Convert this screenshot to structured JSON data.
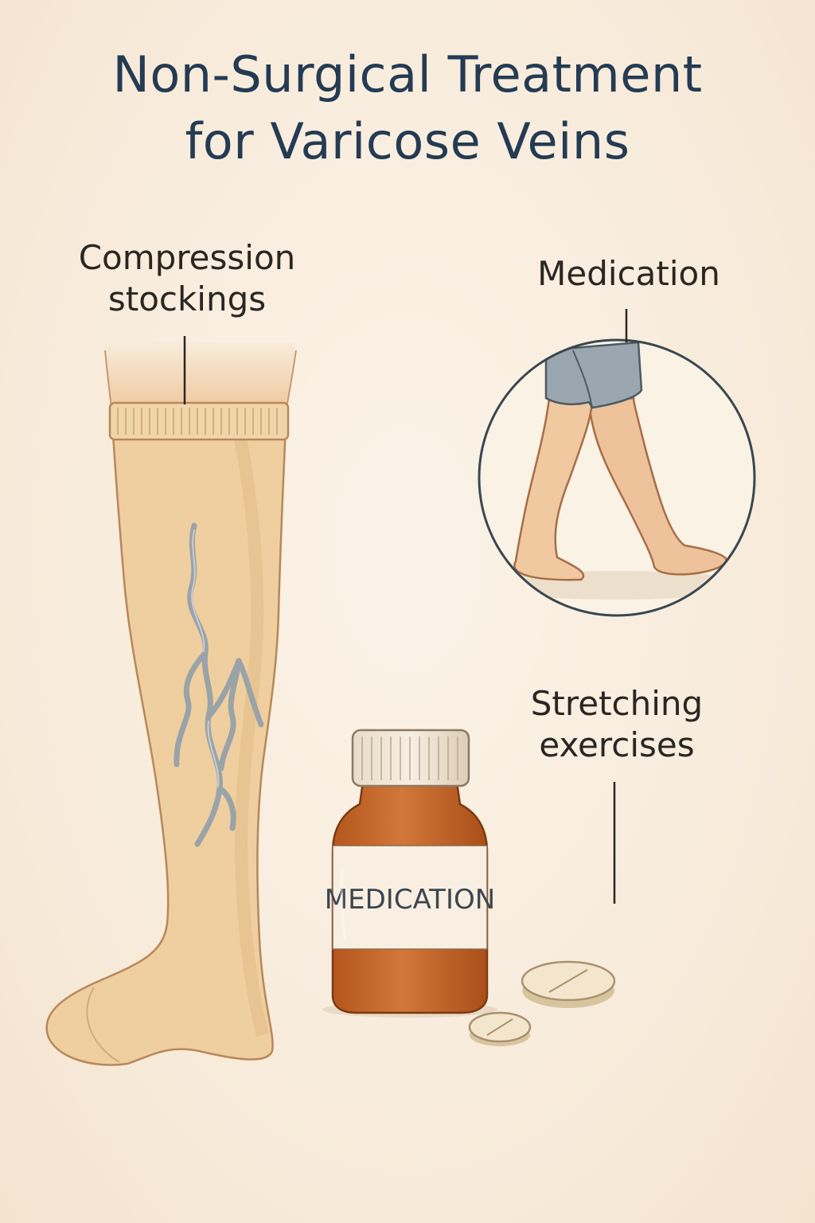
{
  "title": {
    "line1": "Non-Surgical Treatment",
    "line2": "for Varicose Veins"
  },
  "labels": {
    "compression": {
      "line1": "Compression",
      "line2": "stockings"
    },
    "medication": "Medication",
    "stretching": {
      "line1": "Stretching",
      "line2": "exercises"
    }
  },
  "bottle": {
    "label": "MEDICATION"
  },
  "colors": {
    "title": "#243b53",
    "stocking": "#efcf9f",
    "skin": "#f2c9a0",
    "vein": "#9aa3a8",
    "bottle": "#c8682a",
    "shorts": "#9aa7b0"
  }
}
